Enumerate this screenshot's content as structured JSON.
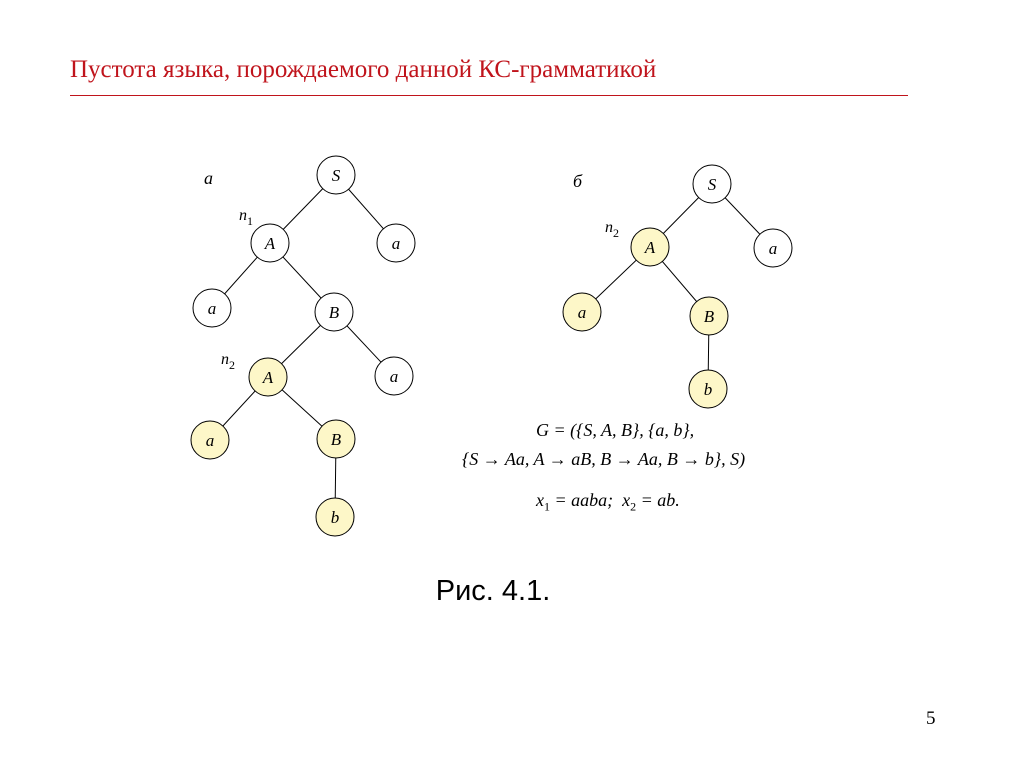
{
  "title": "Пустота языка, порождаемого данной КС-грамматикой",
  "caption": "Рис. 4.1.",
  "page_number": "5",
  "colors": {
    "title": "#c0141c",
    "highlight_fill": "#fdf7c8",
    "node_stroke": "#000000",
    "node_fill": "#ffffff"
  },
  "tree_a": {
    "label": "a",
    "markers": [
      {
        "text": "n",
        "sub": "1"
      },
      {
        "text": "n",
        "sub": "2"
      }
    ],
    "nodes": [
      {
        "label": "S",
        "highlighted": false
      },
      {
        "label": "A",
        "highlighted": false
      },
      {
        "label": "a",
        "highlighted": false
      },
      {
        "label": "a",
        "highlighted": false
      },
      {
        "label": "B",
        "highlighted": false
      },
      {
        "label": "A",
        "highlighted": true
      },
      {
        "label": "a",
        "highlighted": false
      },
      {
        "label": "a",
        "highlighted": true
      },
      {
        "label": "B",
        "highlighted": true
      },
      {
        "label": "b",
        "highlighted": true
      }
    ]
  },
  "tree_b": {
    "label": "б",
    "markers": [
      {
        "text": "n",
        "sub": "2"
      }
    ],
    "nodes": [
      {
        "label": "S",
        "highlighted": false
      },
      {
        "label": "A",
        "highlighted": true
      },
      {
        "label": "a",
        "highlighted": false
      },
      {
        "label": "a",
        "highlighted": true
      },
      {
        "label": "B",
        "highlighted": true
      },
      {
        "label": "b",
        "highlighted": true
      }
    ]
  },
  "grammar": {
    "line1": "G  = ({S, A, B}, {a, b},",
    "line2": "{S → Aa, A → aB, B → Aa, B → b}, S)",
    "x1_name": "x",
    "x1_sub": "1",
    "x1_value": " = aaba;  ",
    "x2_name": "x",
    "x2_sub": "2",
    "x2_value": " = ab."
  }
}
